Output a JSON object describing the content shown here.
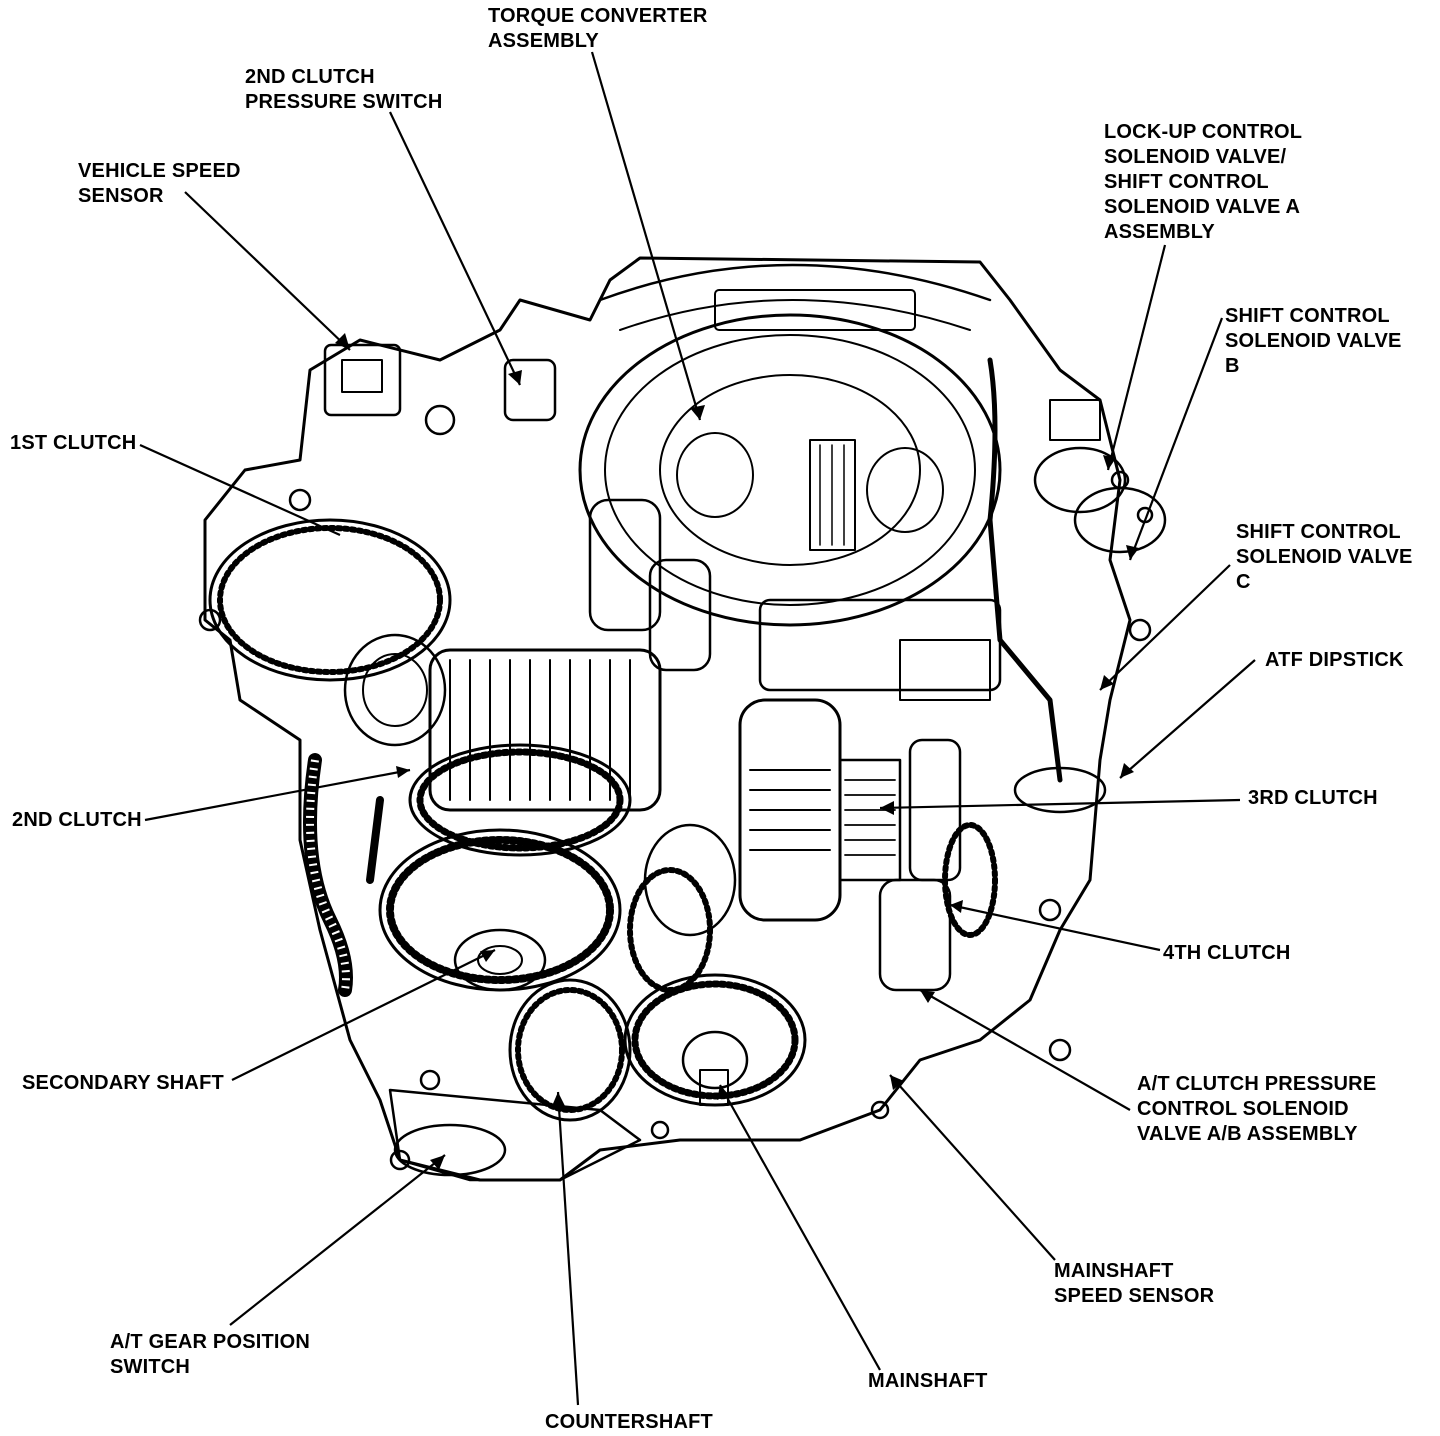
{
  "labels": {
    "torque_converter": [
      "TORQUE CONVERTER",
      "ASSEMBLY"
    ],
    "second_clutch_pressure_switch": [
      "2ND CLUTCH",
      "PRESSURE SWITCH"
    ],
    "vehicle_speed_sensor": [
      "VEHICLE SPEED",
      "SENSOR"
    ],
    "lockup_shift_a": [
      "LOCK-UP CONTROL",
      "SOLENOID VALVE/",
      "SHIFT CONTROL",
      "SOLENOID VALVE A",
      "ASSEMBLY"
    ],
    "shift_b": [
      "SHIFT CONTROL",
      "SOLENOID VALVE",
      "B"
    ],
    "first_clutch": [
      "1ST CLUTCH"
    ],
    "shift_c": [
      "SHIFT CONTROL",
      "SOLENOID VALVE",
      "C"
    ],
    "atf_dipstick": [
      "ATF DIPSTICK"
    ],
    "second_clutch": [
      "2ND CLUTCH"
    ],
    "third_clutch": [
      "3RD CLUTCH"
    ],
    "fourth_clutch": [
      "4TH CLUTCH"
    ],
    "secondary_shaft": [
      "SECONDARY SHAFT"
    ],
    "clutch_pressure_ab": [
      "A/T CLUTCH PRESSURE",
      "CONTROL SOLENOID",
      "VALVE A/B ASSEMBLY"
    ],
    "mainshaft_speed_sensor": [
      "MAINSHAFT",
      "SPEED SENSOR"
    ],
    "gear_position_switch": [
      "A/T GEAR POSITION",
      "SWITCH"
    ],
    "mainshaft": [
      "MAINSHAFT"
    ],
    "countershaft": [
      "COUNTERSHAFT"
    ]
  }
}
